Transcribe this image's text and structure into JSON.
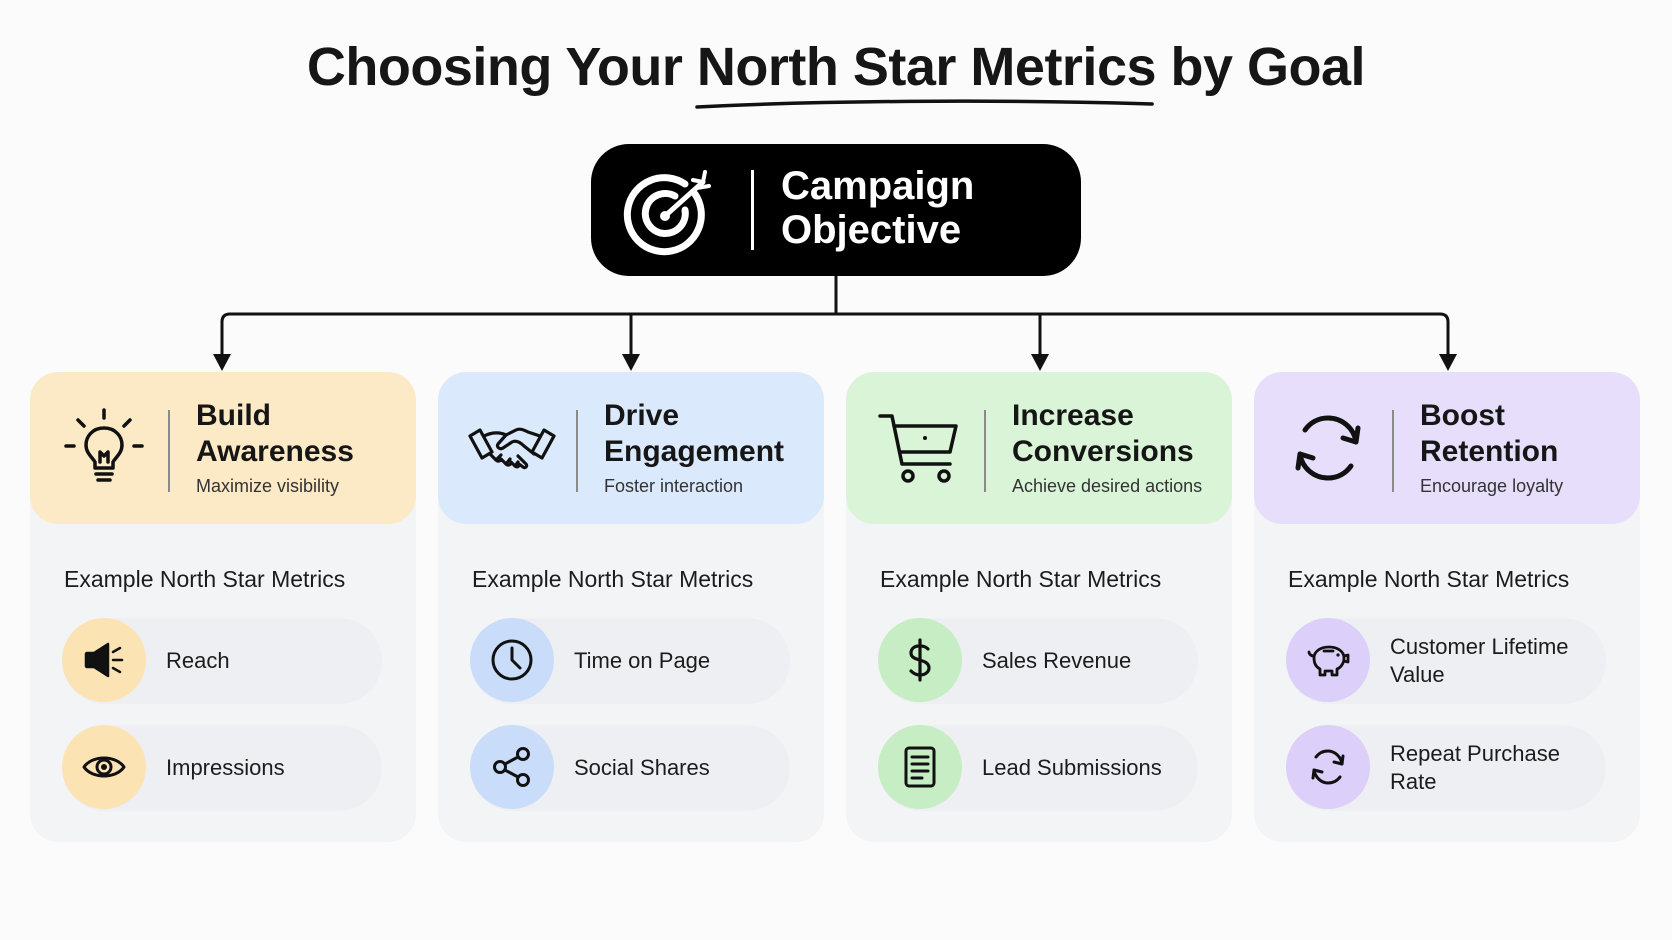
{
  "title": {
    "prefix": "Choosing Your ",
    "highlight": "North Star Metrics",
    "suffix": " by Goal"
  },
  "objective": {
    "label": "Campaign Objective",
    "icon": "target-arrow-icon"
  },
  "section_label": "Example North Star Metrics",
  "colors": {
    "awareness": "#fce9c5",
    "awareness_bubble": "#fbe3b4",
    "engagement": "#dbe9fc",
    "engagement_bubble": "#c9ddfa",
    "conversions": "#d9f4d7",
    "conversions_bubble": "#c6edc3",
    "retention": "#e7defb",
    "retention_bubble": "#dccffa",
    "objective_bg": "#000000"
  },
  "goals": [
    {
      "id": "awareness",
      "title": "Build\nAwareness",
      "subtitle": "Maximize visibility",
      "icon": "lightbulb-icon",
      "metrics": [
        {
          "label": "Reach",
          "icon": "megaphone-icon"
        },
        {
          "label": "Impressions",
          "icon": "eye-icon"
        }
      ]
    },
    {
      "id": "engagement",
      "title": "Drive\nEngagement",
      "subtitle": "Foster interaction",
      "icon": "handshake-icon",
      "metrics": [
        {
          "label": "Time on Page",
          "icon": "clock-icon"
        },
        {
          "label": "Social Shares",
          "icon": "share-icon"
        }
      ]
    },
    {
      "id": "conversions",
      "title": "Increase\nConversions",
      "subtitle": "Achieve desired actions",
      "icon": "shopping-cart-icon",
      "metrics": [
        {
          "label": "Sales Revenue",
          "icon": "dollar-icon"
        },
        {
          "label": "Lead Submissions",
          "icon": "document-icon"
        }
      ]
    },
    {
      "id": "retention",
      "title": "Boost\nRetention",
      "subtitle": "Encourage loyalty",
      "icon": "refresh-cycle-icon",
      "metrics": [
        {
          "label": "Customer Lifetime Value",
          "icon": "piggy-bank-icon"
        },
        {
          "label": "Repeat Purchase Rate",
          "icon": "repeat-icon"
        }
      ]
    }
  ]
}
